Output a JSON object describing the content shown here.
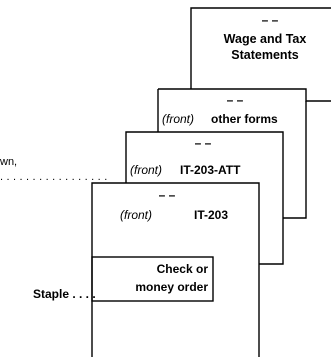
{
  "forms": {
    "wage": {
      "dashes": "– –",
      "title_line1": "Wage and Tax",
      "title_line2": "Statements"
    },
    "other": {
      "dashes": "– –",
      "front": "(front)",
      "name": "other forms"
    },
    "att": {
      "dashes": "– –",
      "front": "(front)",
      "name": "IT-203-ATT"
    },
    "it203": {
      "dashes": "– –",
      "front": "(front)",
      "name": "IT-203"
    }
  },
  "check_box": {
    "line1": "Check or",
    "line2": "money order"
  },
  "left_labels": {
    "staple": "Staple . . . .",
    "cut_text": "wn,",
    "dotted_leader": ". . . . . . . . . . . . . . . . ."
  }
}
